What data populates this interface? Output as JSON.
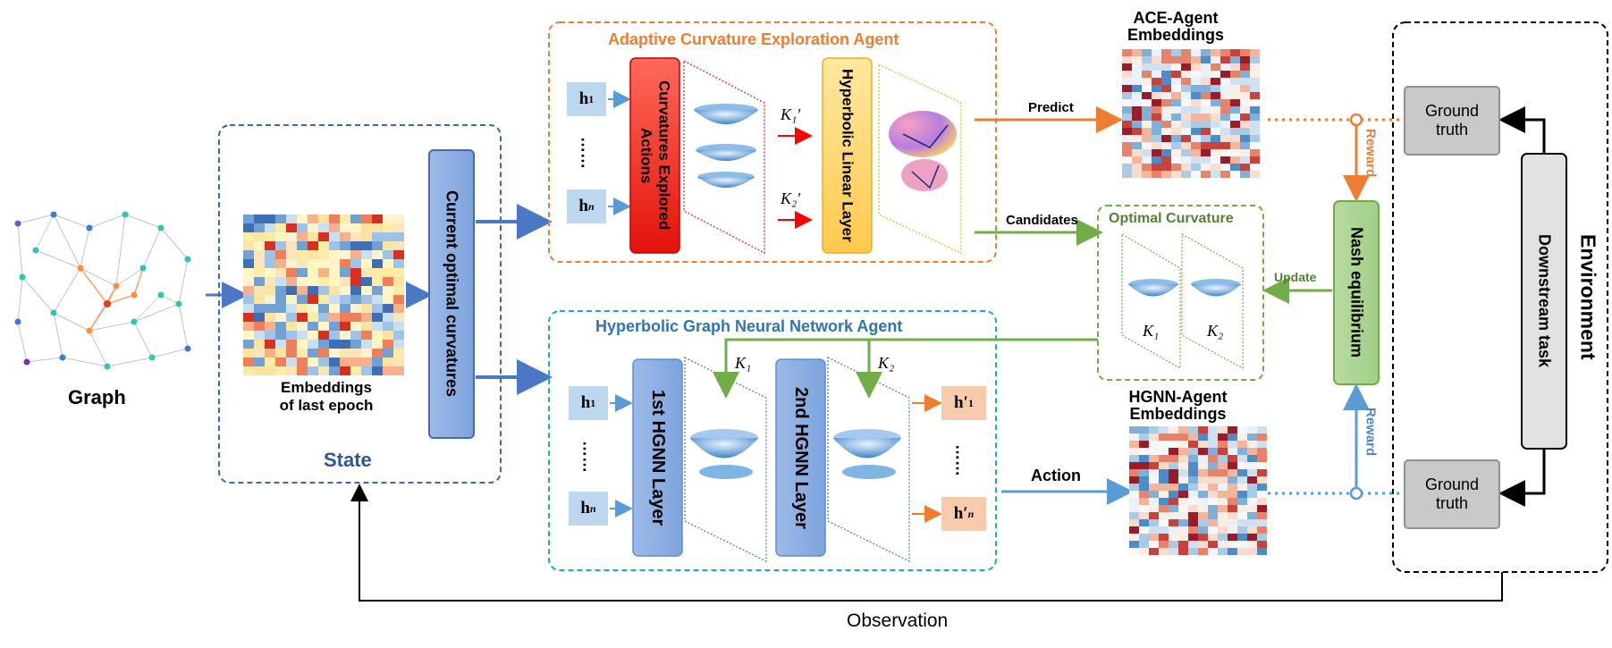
{
  "graph": {
    "label": "Graph"
  },
  "state": {
    "title": "State",
    "embeddings_label_line1": "Embeddings",
    "embeddings_label_line2": "of last epoch",
    "current_curvatures": "Current optimal curvatures"
  },
  "ace_agent": {
    "title": "Adaptive Curvature Exploration Agent",
    "input_first": "h",
    "input_first_sub": "1",
    "input_last": "h",
    "input_last_sub": "n",
    "ellipsis": "……",
    "actions_block": "Curvatures Explored Actions",
    "k1": "K₁′",
    "k2": "K₂′",
    "hyperbolic_layer": "Hyperbolic Linear Layer",
    "predict": "Predict",
    "candidates": "Candidates"
  },
  "ace_embeddings": {
    "title_line1": "ACE-Agent",
    "title_line2": "Embeddings"
  },
  "optimal_curvature": {
    "title": "Optimal Curvature",
    "k1": "K₁",
    "k2": "K₂"
  },
  "hgnn_agent": {
    "title": "Hyperbolic Graph Neural Network Agent",
    "input_first": "h",
    "input_first_sub": "1",
    "input_last": "h",
    "input_last_sub": "n",
    "layer1": "1st HGNN Layer",
    "layer2": "2nd HGNN Layer",
    "k1": "K₁",
    "k2": "K₂",
    "output_first": "h′",
    "output_first_sub": "1",
    "output_last": "h′",
    "output_last_sub": "n",
    "action": "Action"
  },
  "hgnn_embeddings": {
    "title_line1": "HGNN-Agent",
    "title_line2": "Embeddings"
  },
  "nash": {
    "label": "Nash equilibrium",
    "update": "Update",
    "reward_top": "Reward",
    "reward_bottom": "Reward"
  },
  "environment": {
    "title": "Environment",
    "downstream": "Downstream task",
    "ground_truth_line1": "Ground",
    "ground_truth_line2": "truth"
  },
  "observation": "Observation",
  "colors": {
    "orange": "#ed7d31",
    "blue": "#4a78c4",
    "light_blue": "#1aa7e0",
    "green": "#70ad47",
    "dark_blue_title": "#2f5597",
    "green_title": "#548235"
  }
}
